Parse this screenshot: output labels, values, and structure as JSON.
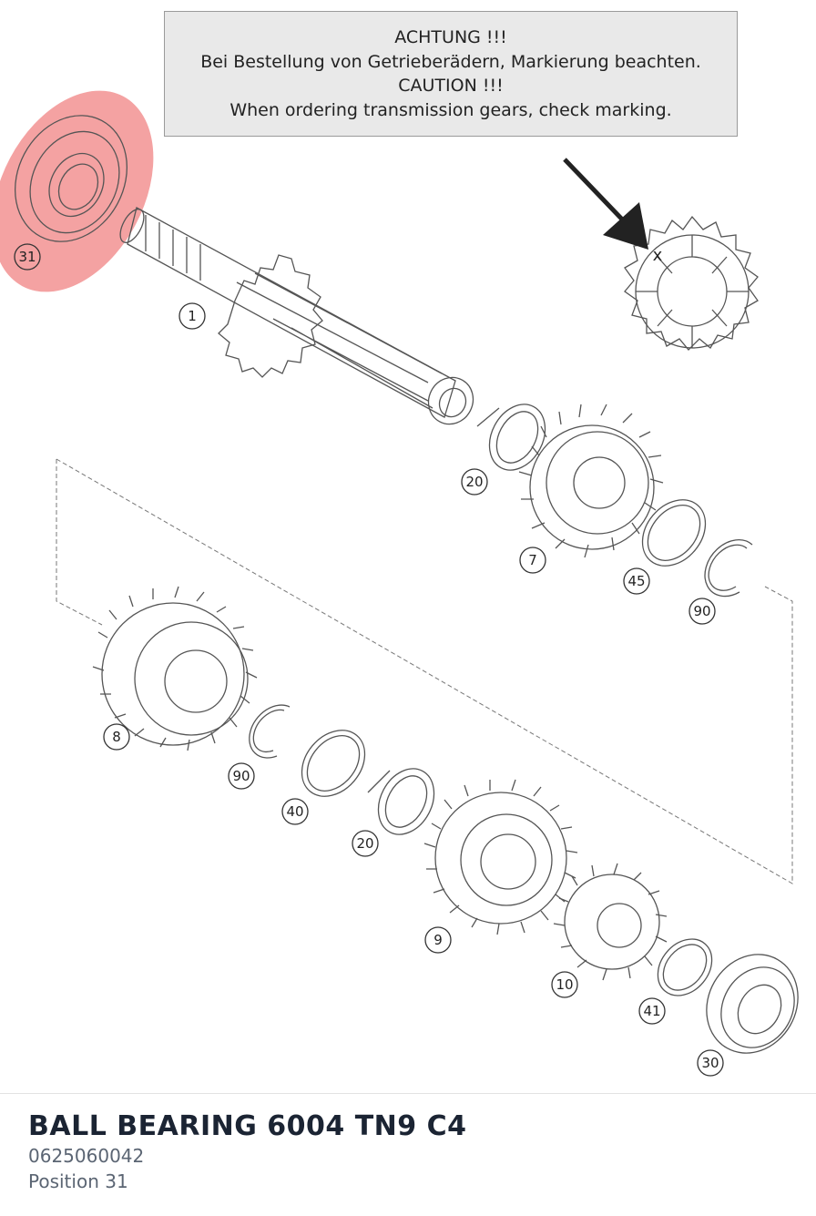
{
  "notice": {
    "lines": [
      "ACHTUNG !!!",
      "Bei Bestellung von Getrieberädern, Markierung beachten.",
      "CAUTION !!!",
      "When ordering transmission gears, check marking."
    ]
  },
  "colors": {
    "highlight": "#f07b7b",
    "ink": "#555555",
    "title": "#1b2433",
    "muted": "#5b6573"
  },
  "diagram": {
    "marker": "x",
    "callouts": [
      {
        "id": "c31",
        "label": "31"
      },
      {
        "id": "c1",
        "label": "1"
      },
      {
        "id": "c20a",
        "label": "20"
      },
      {
        "id": "c7",
        "label": "7"
      },
      {
        "id": "c45",
        "label": "45"
      },
      {
        "id": "c90a",
        "label": "90"
      },
      {
        "id": "c8",
        "label": "8"
      },
      {
        "id": "c90b",
        "label": "90"
      },
      {
        "id": "c40",
        "label": "40"
      },
      {
        "id": "c20b",
        "label": "20"
      },
      {
        "id": "c9",
        "label": "9"
      },
      {
        "id": "c10",
        "label": "10"
      },
      {
        "id": "c41",
        "label": "41"
      },
      {
        "id": "c30",
        "label": "30"
      }
    ]
  },
  "part": {
    "title": "BALL BEARING 6004 TN9 C4",
    "number": "0625060042",
    "position": "Position 31"
  }
}
